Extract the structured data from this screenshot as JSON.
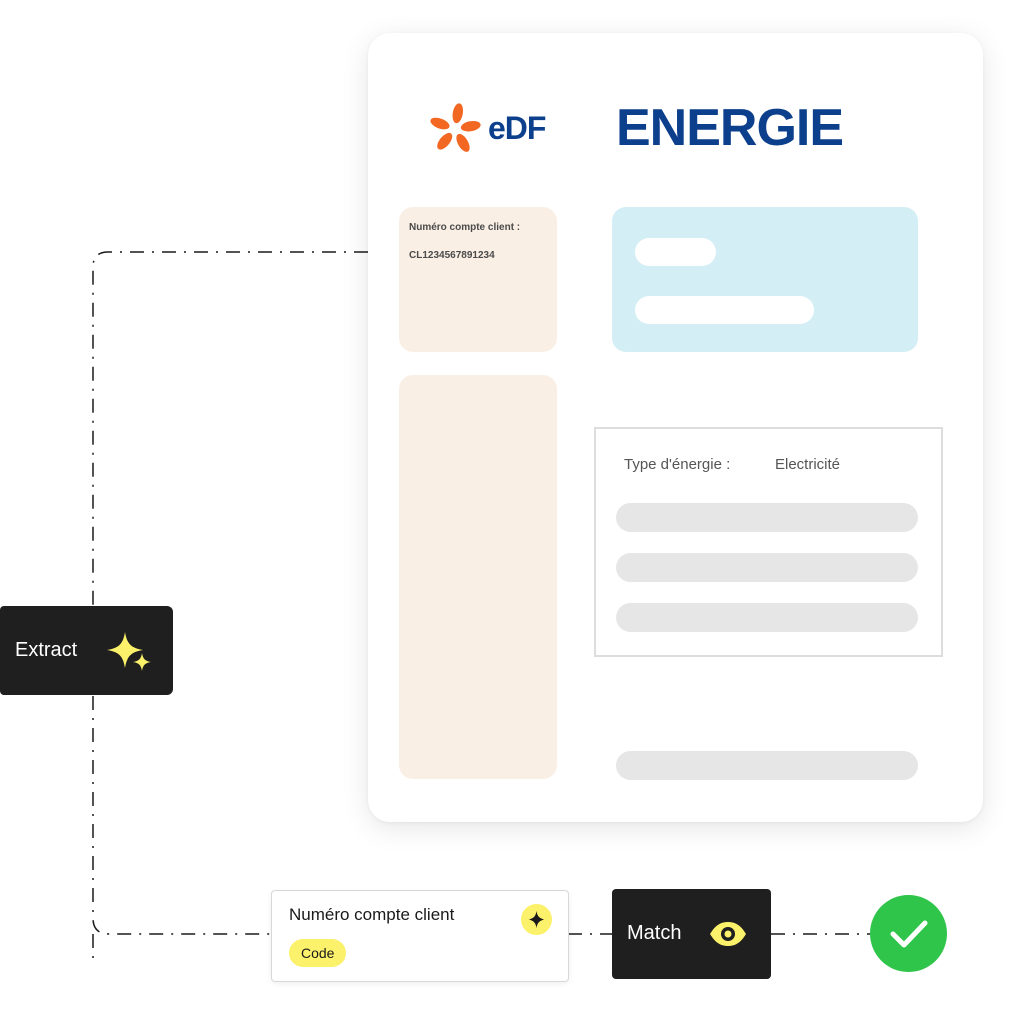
{
  "document": {
    "logo_text": "eDF",
    "heading": "ENERGIE",
    "client_label": "Numéro compte client :",
    "client_value": "CL1234567891234",
    "energy_label": "Type d'énergie :",
    "energy_value": "Electricité"
  },
  "extract_button": {
    "label": "Extract",
    "icon": "sparkles-icon"
  },
  "field_card": {
    "title": "Numéro compte client",
    "tag": "Code",
    "icon": "sparkle-icon"
  },
  "match_button": {
    "label": "Match",
    "icon": "eye-icon"
  },
  "result": {
    "icon": "check-icon"
  },
  "colors": {
    "brand_blue": "#0c3f8c",
    "brand_orange": "#f26722",
    "dark": "#1f1f1f",
    "highlight": "#fbf16a",
    "success": "#2fc44a",
    "peach": "#faefe4",
    "light_blue": "#d3eef5"
  }
}
